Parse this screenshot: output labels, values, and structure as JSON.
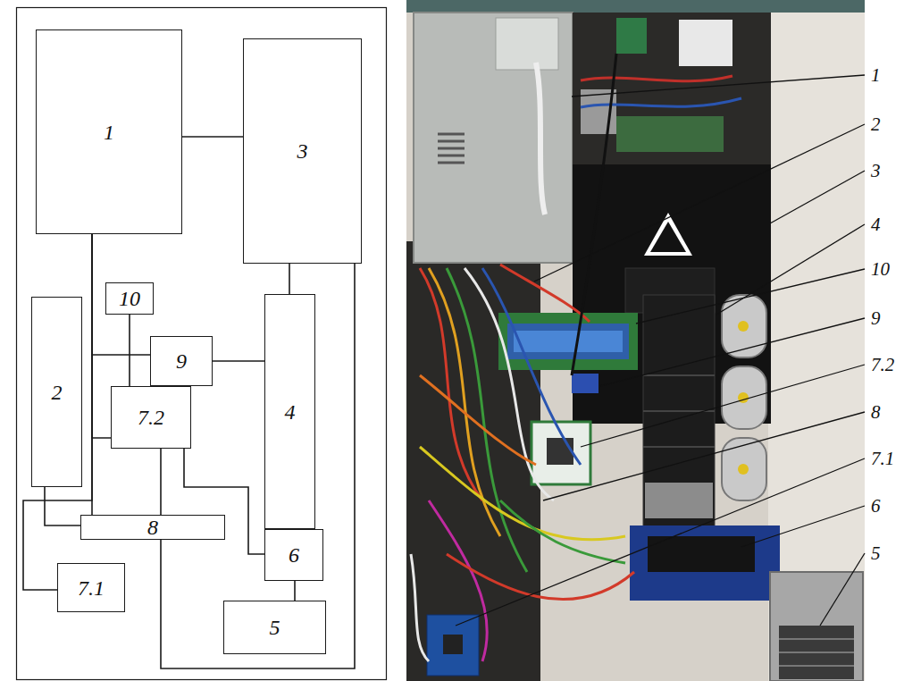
{
  "diagram": {
    "nodes": [
      {
        "text": [
          "1"
        ]
      },
      {
        "text": [
          "3"
        ]
      },
      {
        "text": [
          "10"
        ]
      },
      {
        "text": [
          "2"
        ]
      },
      {
        "text": [
          "9"
        ]
      },
      {
        "text": [
          "4"
        ]
      },
      {
        "text": [
          "7.2"
        ]
      },
      {
        "text": [
          "8"
        ]
      },
      {
        "text": [
          "6"
        ]
      },
      {
        "text": [
          "7.1"
        ]
      },
      {
        "text": [
          "5"
        ]
      }
    ],
    "edges": [
      {
        "from": 0,
        "to": 1,
        "arrow": "none"
      },
      {
        "from": 1,
        "to": 5,
        "arrow": "none"
      },
      {
        "from": 0,
        "to": 7,
        "arrow": "none"
      },
      {
        "from": 0,
        "to": 4,
        "arrow": "none"
      },
      {
        "from": 0,
        "to": 6,
        "arrow": "none"
      },
      {
        "from": 0,
        "to": 9,
        "arrow": "none"
      },
      {
        "from": 2,
        "to": 6,
        "arrow": "none"
      },
      {
        "from": 4,
        "to": 5,
        "arrow": "none"
      },
      {
        "from": 3,
        "to": 7,
        "arrow": "none"
      },
      {
        "from": 6,
        "to": 7,
        "arrow": "none"
      },
      {
        "from": 6,
        "to": 8,
        "arrow": "none"
      },
      {
        "from": 7,
        "to": 1,
        "arrow": "none"
      },
      {
        "from": 8,
        "to": 10,
        "arrow": "none"
      }
    ],
    "labels": [
      "1",
      "2",
      "3",
      "4",
      "10",
      "9",
      "7.2",
      "8",
      "7.1",
      "6",
      "5"
    ]
  }
}
